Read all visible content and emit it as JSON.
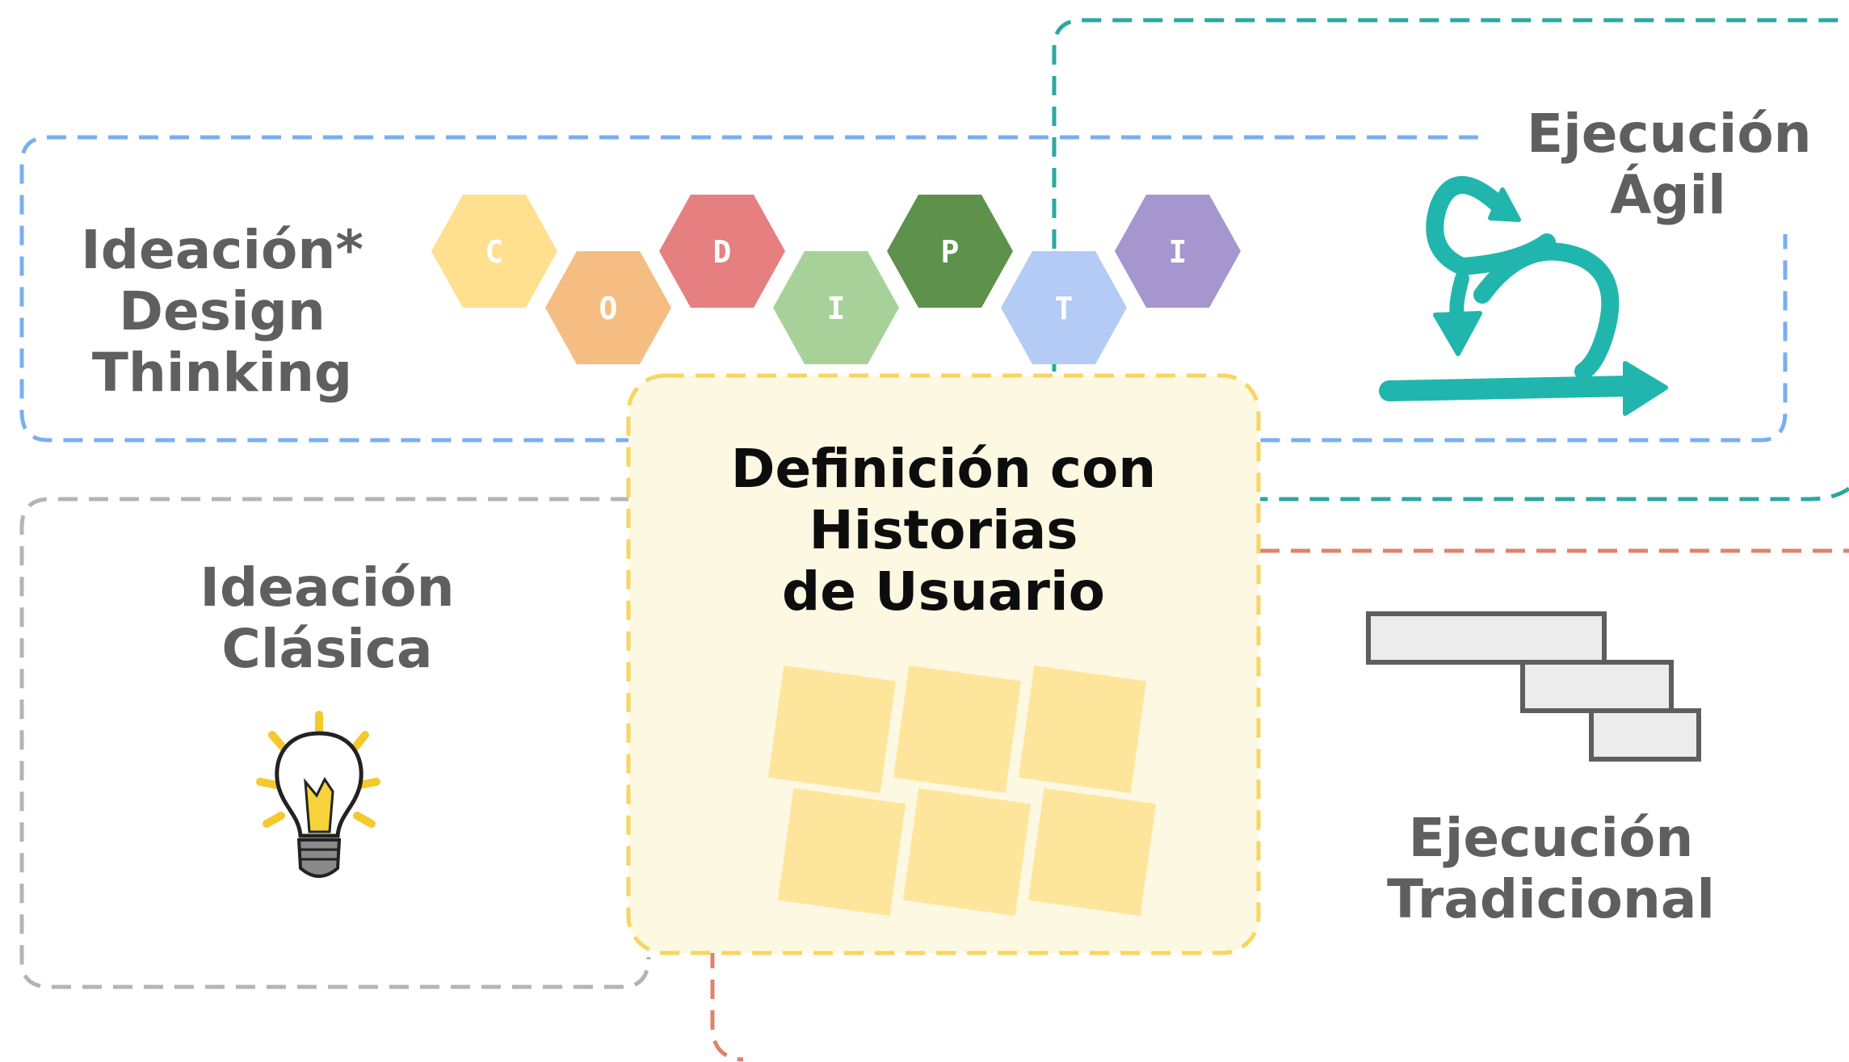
{
  "regions": {
    "design_thinking": {
      "lines": [
        "Ideación*",
        "Design",
        "Thinking"
      ],
      "color": "#7aaef0"
    },
    "agile": {
      "lines": [
        "Ejecución",
        "Ágil"
      ],
      "color": "#2aa8a0",
      "icon": "agile-loop-arrow-icon",
      "icon_color": "#20b6ad"
    },
    "classic": {
      "lines": [
        "Ideación",
        "Clásica"
      ],
      "color": "#b4b4b4",
      "icon": "lightbulb-icon"
    },
    "traditional": {
      "lines": [
        "Ejecución",
        "Tradicional"
      ],
      "color": "#e0826c",
      "icon": "gantt-chart-icon"
    },
    "center": {
      "lines": [
        "Definición con",
        "Historias",
        "de Usuario"
      ],
      "border_color": "#f7d560",
      "fill_color": "#fdf8e2",
      "note_color": "#fde59b",
      "icon": "sticky-notes-icon"
    }
  },
  "hexagons": [
    {
      "letter": "C",
      "color": "#fee08f"
    },
    {
      "letter": "O",
      "color": "#f5bd81"
    },
    {
      "letter": "D",
      "color": "#e67f80"
    },
    {
      "letter": "I",
      "color": "#a8d19a"
    },
    {
      "letter": "P",
      "color": "#5e914b"
    },
    {
      "letter": "T",
      "color": "#b3cbf5"
    },
    {
      "letter": "I",
      "color": "#a596d0"
    }
  ]
}
